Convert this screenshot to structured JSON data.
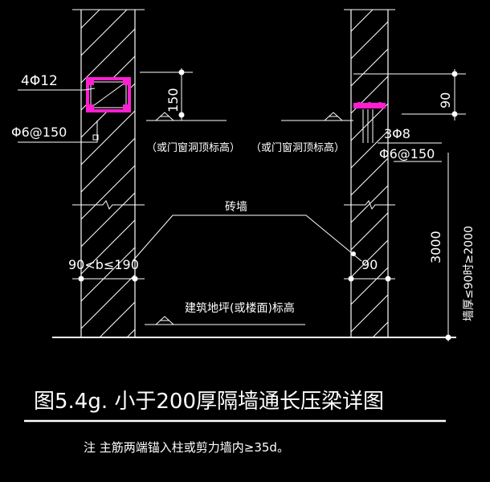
{
  "labels": {
    "left_rebar": "4Φ12",
    "left_stirrup": "Φ6@150",
    "left_dim_vertical": "150",
    "left_elevation": "（或门窗洞顶标高）",
    "right_elevation": "（或门窗洞顶标高）",
    "right_dim_vertical": "90",
    "right_rebar": "3Φ8",
    "right_stirrup": "Φ6@150",
    "brick_wall": "砖墙",
    "left_width": "90<b≤190",
    "right_width": "90",
    "floor_elevation": "建筑地坪(或楼面)标高",
    "height_dim": "3000",
    "height_note": "墙厚≤90时≥2000"
  },
  "caption": {
    "title": "图5.4g. 小于200厚隔墙通长压梁详图",
    "note": "注  主筋两端锚入柱或剪力墙内≥35d。"
  },
  "colors": {
    "background": "#000000",
    "lines": "#ffffff",
    "beam": "#ff1fd0"
  }
}
